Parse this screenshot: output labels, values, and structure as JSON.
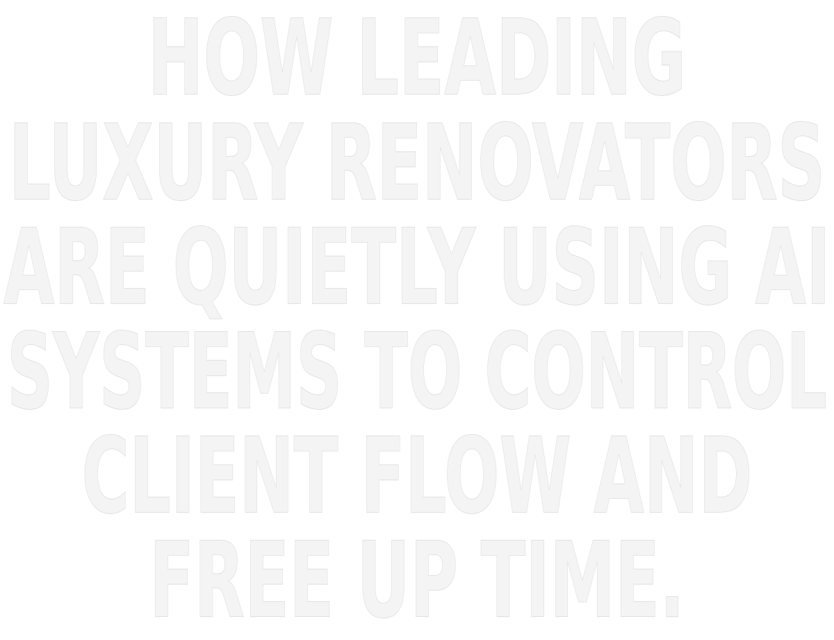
{
  "headline": {
    "lines": [
      "HOW LEADING",
      "LUXURY RENOVATORS",
      "ARE QUIETLY USING AI",
      "SYSTEMS TO CONTROL",
      "CLIENT FLOW AND",
      "FREE UP TIME."
    ]
  },
  "colors": {
    "background": "#ffffff",
    "text_fill": "#f4f4f4",
    "text_outline": "#d6d6d6"
  }
}
